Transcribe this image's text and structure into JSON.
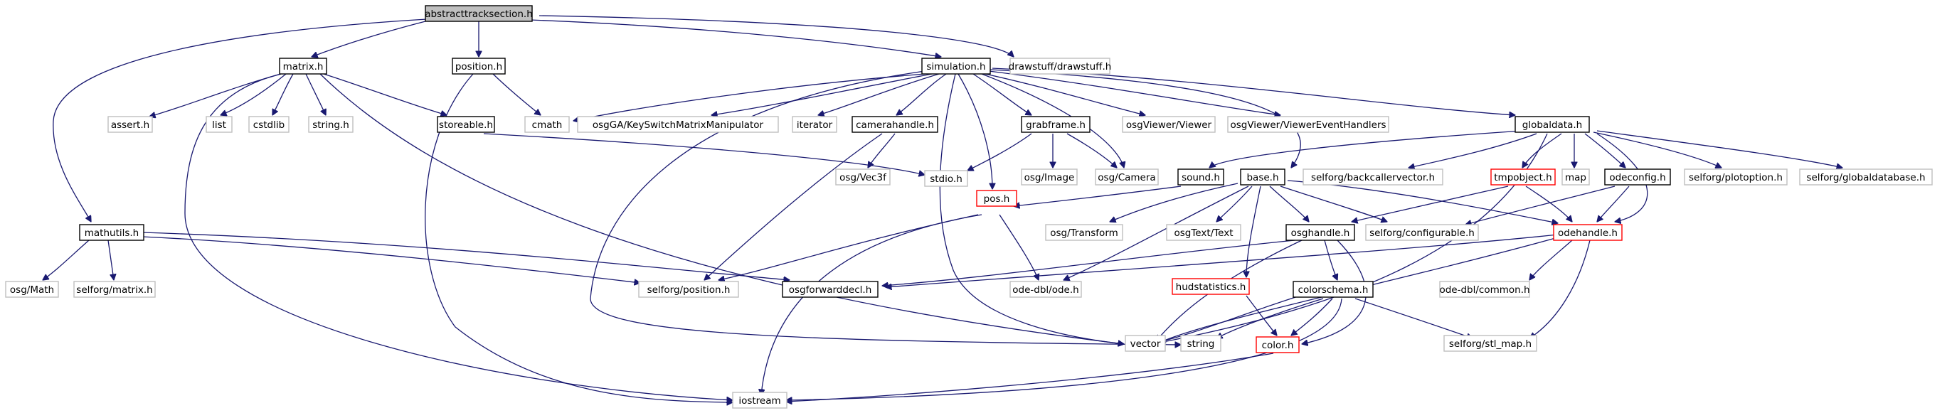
{
  "diagram": {
    "colors": {
      "edge": "#191970",
      "focus_fill": "#bfbfbf",
      "documented_border": "#000000",
      "truncated_border": "#ff0000",
      "external_border": "#bfbfbf",
      "background": "#ffffff"
    },
    "nodes": {
      "abstracttracksection_h": "abstracttracksection.h",
      "matrix_h": "matrix.h",
      "position_h": "position.h",
      "simulation_h": "simulation.h",
      "drawstuff_h": "drawstuff/drawstuff.h",
      "assert_h": "assert.h",
      "list": "list",
      "cstdlib": "cstdlib",
      "string_h": "string.h",
      "storeable_h": "storeable.h",
      "cmath": "cmath",
      "osgGA_KeySwitchMatrixManipulator": "osgGA/KeySwitchMatrixManipulator",
      "iterator": "iterator",
      "camerahandle_h": "camerahandle.h",
      "grabframe_h": "grabframe.h",
      "osgViewer_Viewer": "osgViewer/Viewer",
      "osgViewer_ViewerEventHandlers": "osgViewer/ViewerEventHandlers",
      "globaldata_h": "globaldata.h",
      "osg_Vec3f": "osg/Vec3f",
      "stdio_h": "stdio.h",
      "osg_Image": "osg/Image",
      "osg_Camera": "osg/Camera",
      "sound_h": "sound.h",
      "base_h": "base.h",
      "backcallervector_h": "selforg/backcallervector.h",
      "tmpobject_h": "tmpobject.h",
      "map": "map",
      "odeconfig_h": "odeconfig.h",
      "plotoption_h": "selforg/plotoption.h",
      "globaldatabase_h": "selforg/globaldatabase.h",
      "mathutils_h": "mathutils.h",
      "pos_h": "pos.h",
      "osg_Transform": "osg/Transform",
      "osgText_Text": "osgText/Text",
      "osghandle_h": "osghandle.h",
      "configurable_h": "selforg/configurable.h",
      "odehandle_h": "odehandle.h",
      "osg_Math": "osg/Math",
      "selforg_matrix_h": "selforg/matrix.h",
      "selforg_position_h": "selforg/position.h",
      "osgforwarddecl_h": "osgforwarddecl.h",
      "ode_dbl_ode_h": "ode-dbl/ode.h",
      "hudstatistics_h": "hudstatistics.h",
      "colorschema_h": "colorschema.h",
      "ode_dbl_common_h": "ode-dbl/common.h",
      "vector": "vector",
      "string": "string",
      "color_h": "color.h",
      "stl_map_h": "selforg/stl_map.h",
      "iostream": "iostream"
    }
  }
}
